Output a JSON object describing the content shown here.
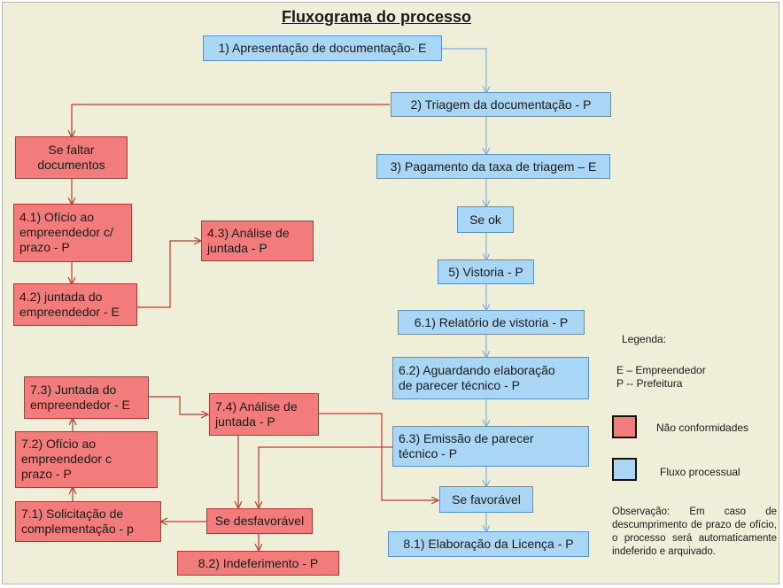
{
  "title": "Fluxograma do processo",
  "nodes": {
    "n1": "1) Apresentação de documentação- E",
    "n2": "2) Triagem da documentação - P",
    "n3": "3) Pagamento da taxa de triagem – E",
    "n4": "Se ok",
    "n5": "5) Vistoria - P",
    "n61": "6.1) Relatório de vistoria - P",
    "n62": "6.2) Aguardando elaboração\nde parecer técnico - P",
    "n63": "6.3) Emissão de parecer\ntécnico - P",
    "nfav": "Se favorável",
    "n81": "8.1) Elaboração da Licença - P",
    "nfal": "Se faltar\ndocumentos",
    "n41": "4.1) Ofício ao\nempreendedor c/\nprazo  - P",
    "n42": "4.2) juntada do\nempreendedor - E",
    "n43": "4.3) Análise de\njuntada - P",
    "n73": "7.3) Juntada do\nempreendedor - E",
    "n74": "7.4) Análise de\njuntada - P",
    "n72": "7.2) Ofício ao\nempreendedor c\nprazo - P",
    "n71": "7.1) Solicitação de\ncomplementação - p",
    "ndesf": "Se desfavorável",
    "n82": "8.2) Indeferimento  - P"
  },
  "legend": {
    "title": "Legenda:",
    "e": "E – Empreendedor",
    "p": "P -- Prefeitura",
    "red_label": "Não conformidades",
    "blue_label": "Fluxo processual",
    "observation": "Observação: Em caso de descumprimento de prazo de ofício, o processo será automaticamente indeferido e arquivado."
  },
  "colors": {
    "flow_box": "#a9d6f5",
    "nonconformity_box": "#f27c7c",
    "blue_arrow": "#7fb0dd",
    "red_arrow": "#c0392b"
  }
}
